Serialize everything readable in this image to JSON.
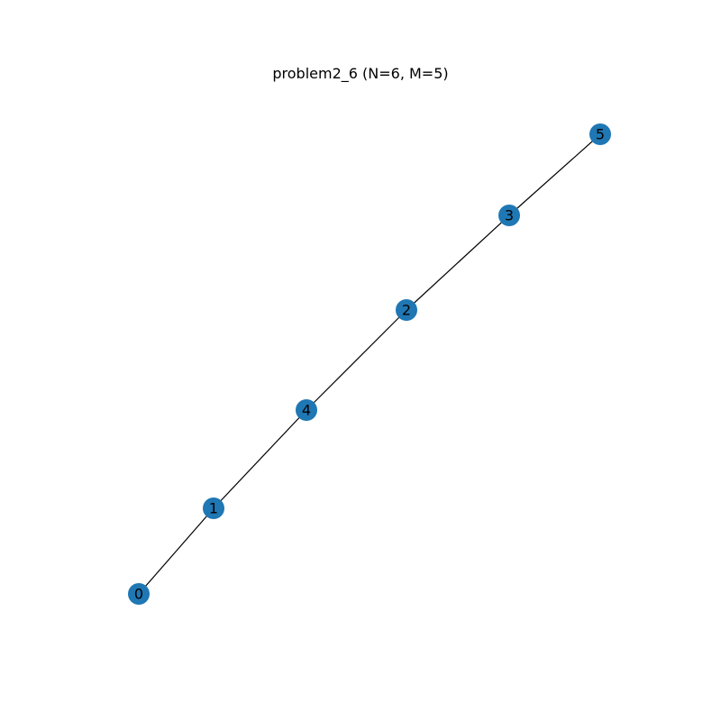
{
  "title": "problem2_6 (N=6, M=5)",
  "graph": {
    "nodes": [
      {
        "id": "0",
        "label": "0"
      },
      {
        "id": "1",
        "label": "1"
      },
      {
        "id": "2",
        "label": "2"
      },
      {
        "id": "3",
        "label": "3"
      },
      {
        "id": "4",
        "label": "4"
      },
      {
        "id": "5",
        "label": "5"
      }
    ],
    "edges": [
      [
        "0",
        "1"
      ],
      [
        "1",
        "4"
      ],
      [
        "4",
        "2"
      ],
      [
        "2",
        "3"
      ],
      [
        "3",
        "5"
      ]
    ],
    "node_color": "#1f77b4",
    "edge_color": "#000000"
  }
}
